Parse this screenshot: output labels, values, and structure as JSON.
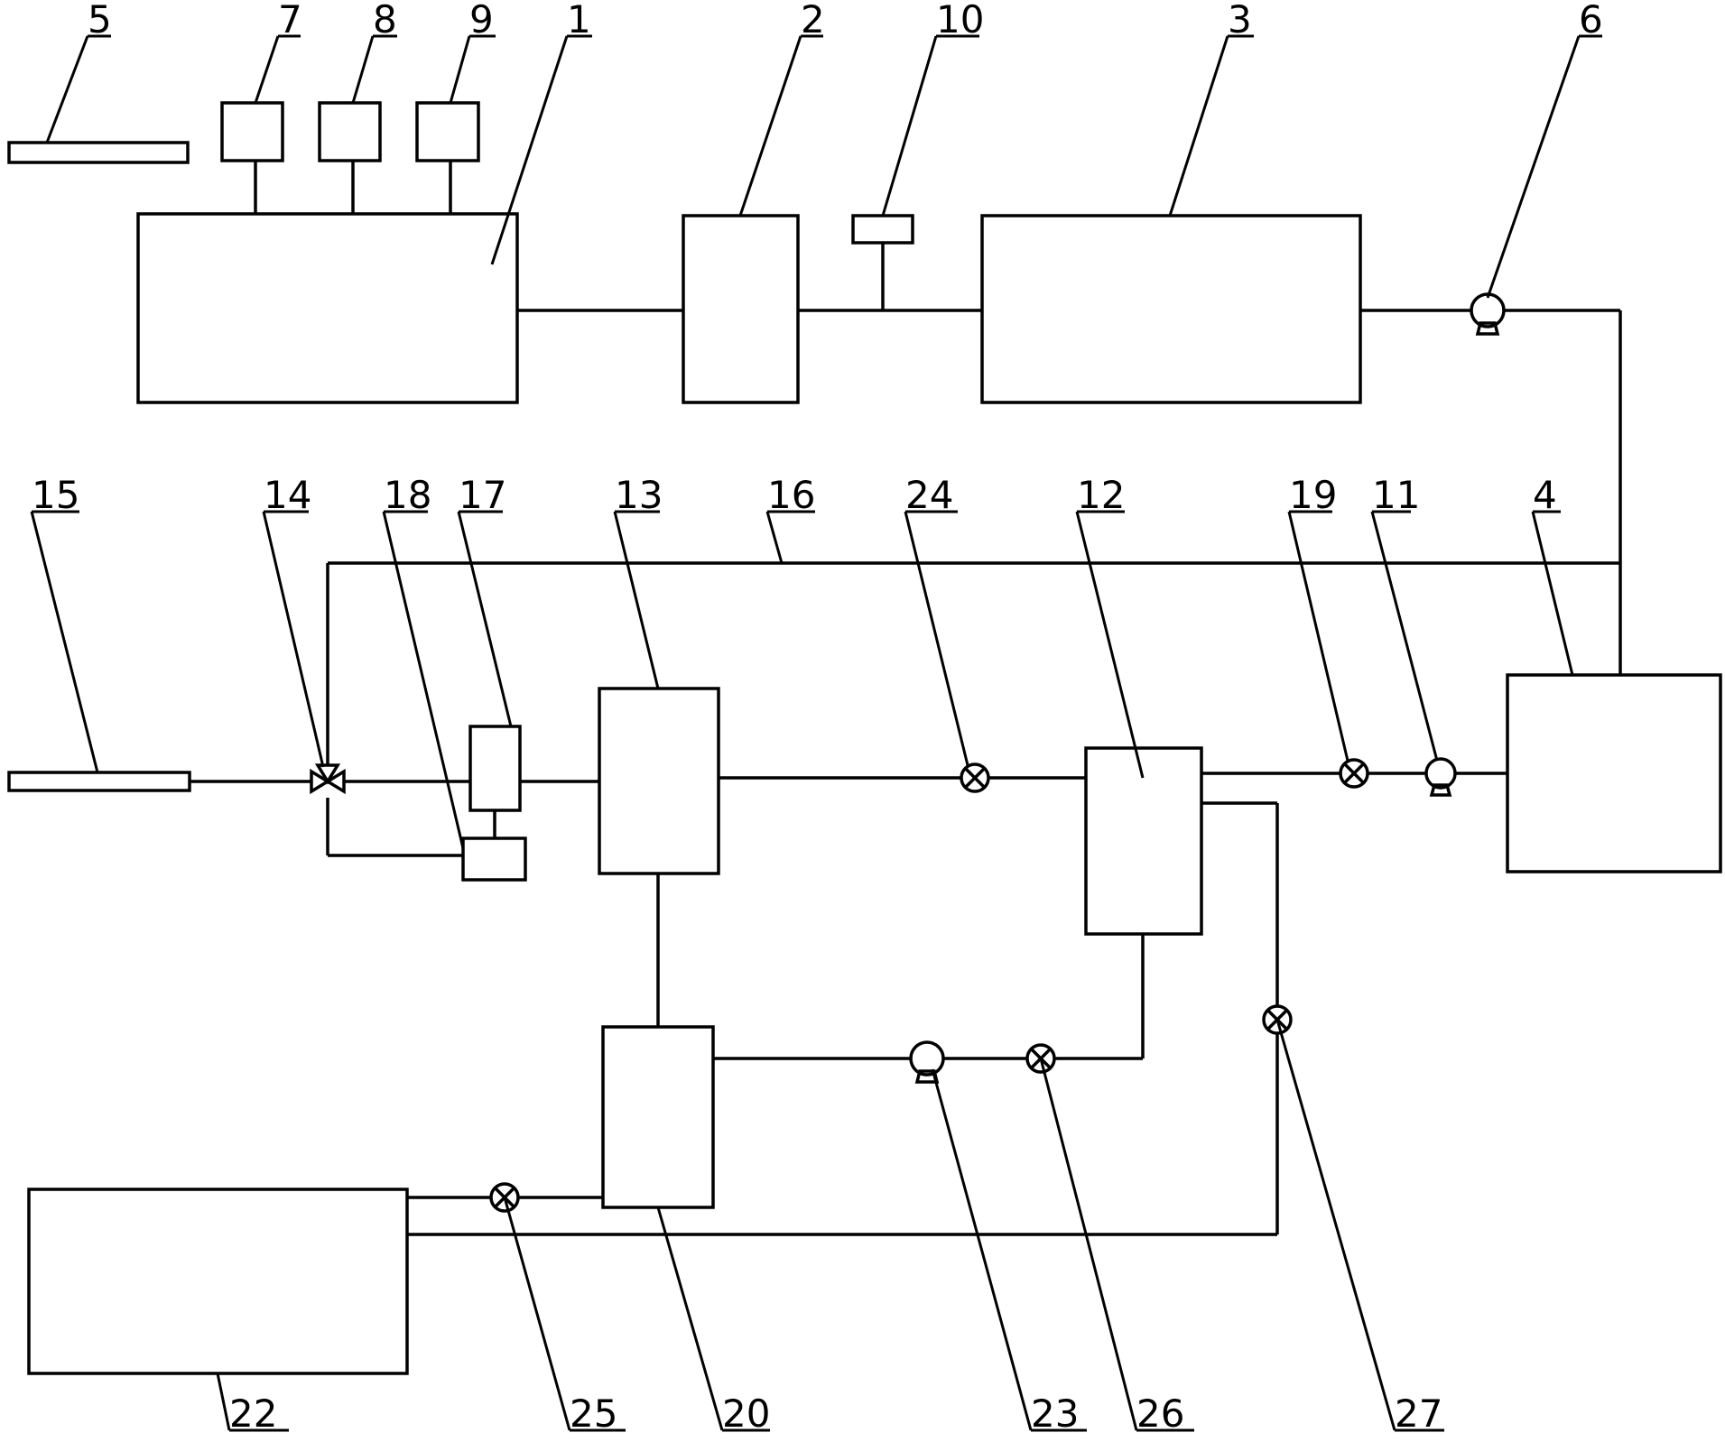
{
  "diagram": {
    "labels": {
      "n1": "1",
      "n2": "2",
      "n3": "3",
      "n4": "4",
      "n5": "5",
      "n6": "6",
      "n7": "7",
      "n8": "8",
      "n9": "9",
      "n10": "10",
      "n11": "11",
      "n12": "12",
      "n13": "13",
      "n14": "14",
      "n15": "15",
      "n16": "16",
      "n17": "17",
      "n18": "18",
      "n19": "19",
      "n20": "20",
      "n22": "22",
      "n23": "23",
      "n24": "24",
      "n25": "25",
      "n26": "26",
      "n27": "27"
    }
  }
}
